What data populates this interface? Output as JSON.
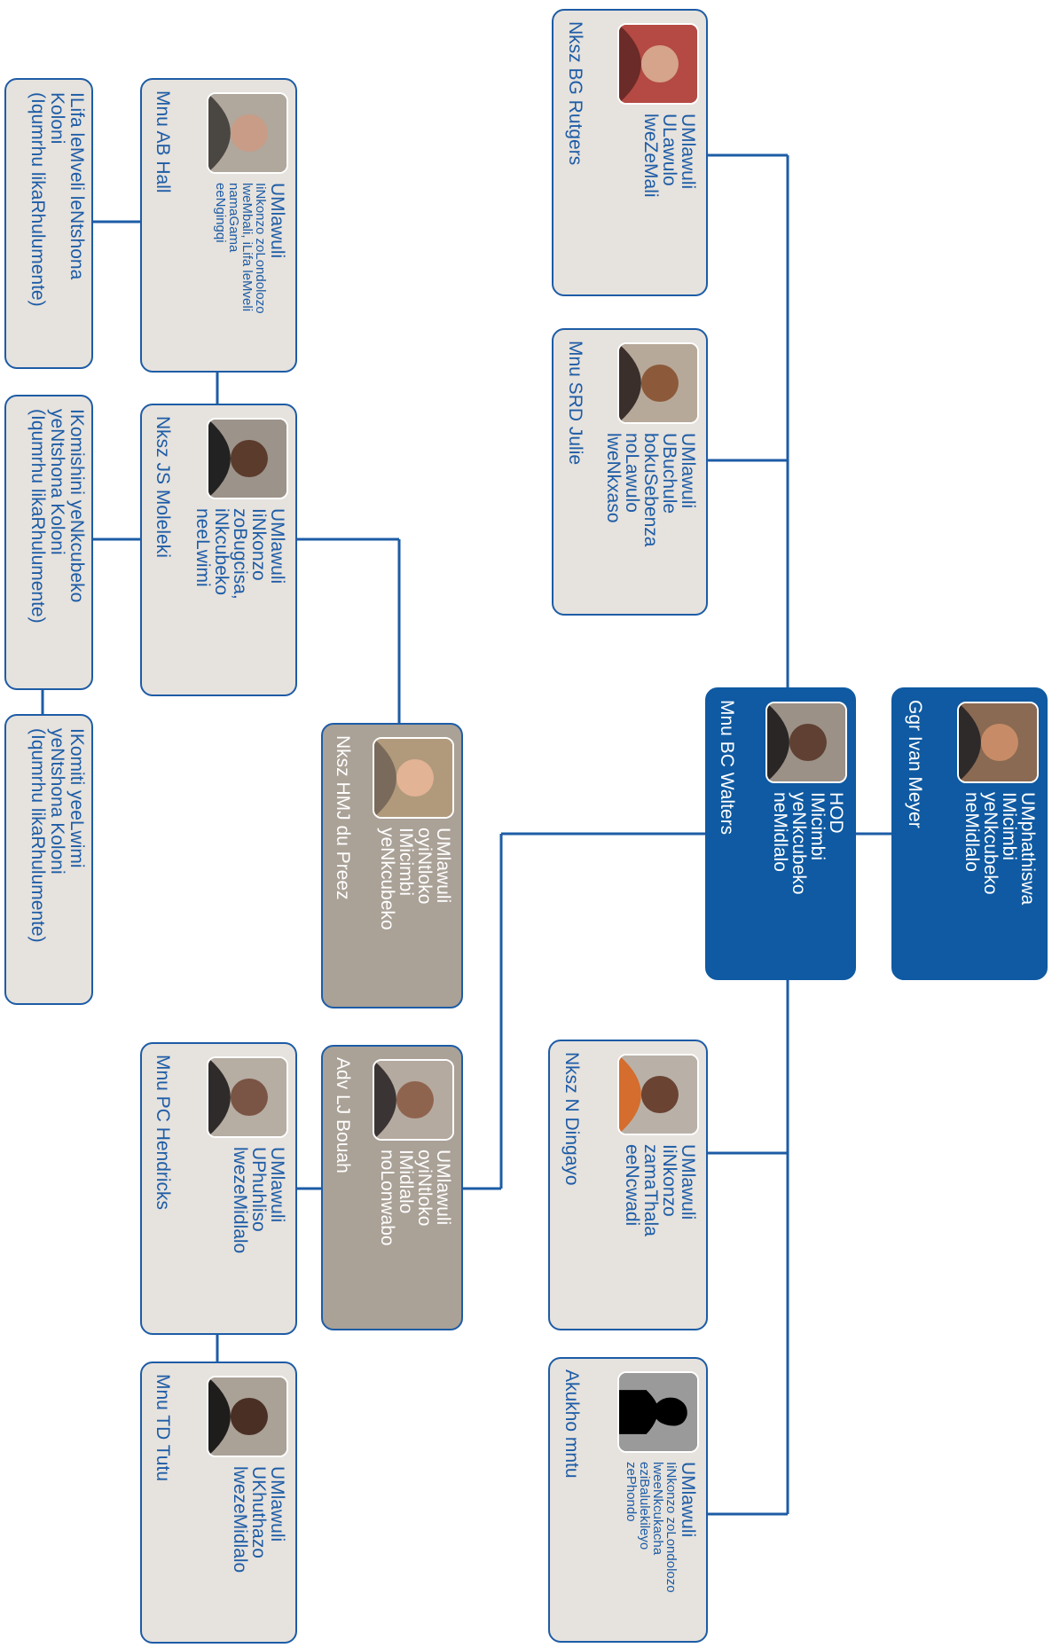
{
  "nodes": {
    "bg_rutgers": {
      "lines": [
        "UMlawuli",
        "ULawulo",
        "lweZeMali"
      ],
      "name": "Nksz BG Rutgers"
    },
    "srd_julie": {
      "lines": [
        "UMlawuli",
        "UBuchule",
        "bokuSebenza",
        "noLawulo",
        "lweNkxaso"
      ],
      "name": "Mnu SRD Julie"
    },
    "ivan_meyer": {
      "lines": [
        "UMphathiswa",
        "IMicimbi",
        "yeNkcubeko",
        "neMidlalo"
      ],
      "name": "Ggr Ivan Meyer"
    },
    "bc_walters": {
      "lines": [
        "HOD",
        "IMicimbi",
        "yeNkcubeko",
        "neMidlalo"
      ],
      "name": "Mnu BC Walters"
    },
    "n_dingayo": {
      "lines": [
        "UMlawuli",
        "IiNkonzo",
        "zamaThala",
        "eeNcwadi"
      ],
      "name": "Nksz N Dingayo"
    },
    "vacant": {
      "lines": [
        "UMlawuli",
        "IiNkonzo zoLondolozo",
        "lweeNkcukacha",
        "eziBalulekileyo",
        "zePhondo"
      ],
      "name": "Akukho mntu"
    },
    "ab_hall": {
      "lines": [
        "UMlawuli",
        "IiNkonzo zoLondolozo",
        "lweMbali, iLifa leMveli",
        "namaGama",
        "eeNgingqi"
      ],
      "name": "Mnu AB Hall"
    },
    "js_moleleki": {
      "lines": [
        "UMlawuli",
        "IiNkonzo",
        "zoBugcisa,",
        "iNkcubeko",
        "neeLwimi"
      ],
      "name": "Nksz JS Moleleki"
    },
    "hmj_du_preez": {
      "lines": [
        "UMlawuli",
        "oyiNtloko",
        "IMicimbi",
        "yeNkcubeko"
      ],
      "name": "Nksz HMJ du Preez"
    },
    "lj_bouah": {
      "lines": [
        "UMlawuli",
        "oyiNtloko",
        "IMidlalo",
        "noLonwabo"
      ],
      "name": "Adv LJ Bouah"
    },
    "pc_hendricks": {
      "lines": [
        "UMlawuli",
        "UPhuhliso",
        "lwezeMidlalo"
      ],
      "name": "Mnu PC Hendricks"
    },
    "td_tutu": {
      "lines": [
        "UMlawuli",
        "UKhuthazo",
        "lwezeMidlalo"
      ],
      "name": "Mnu TD Tutu"
    }
  },
  "entities": {
    "heritage": [
      "ILifa leMveli leNtshona",
      "Koloni",
      "(Iqumrhu likaRhulumente)"
    ],
    "commission": [
      "IKomishini yeNkcubeko",
      "yeNtshona Koloni",
      "(Iqumrhu likaRhulumente)"
    ],
    "language": [
      "IKomiti yeeLwimi",
      "yeNtshona Koloni",
      "(Iqumrhu likaRhulumente)"
    ]
  }
}
